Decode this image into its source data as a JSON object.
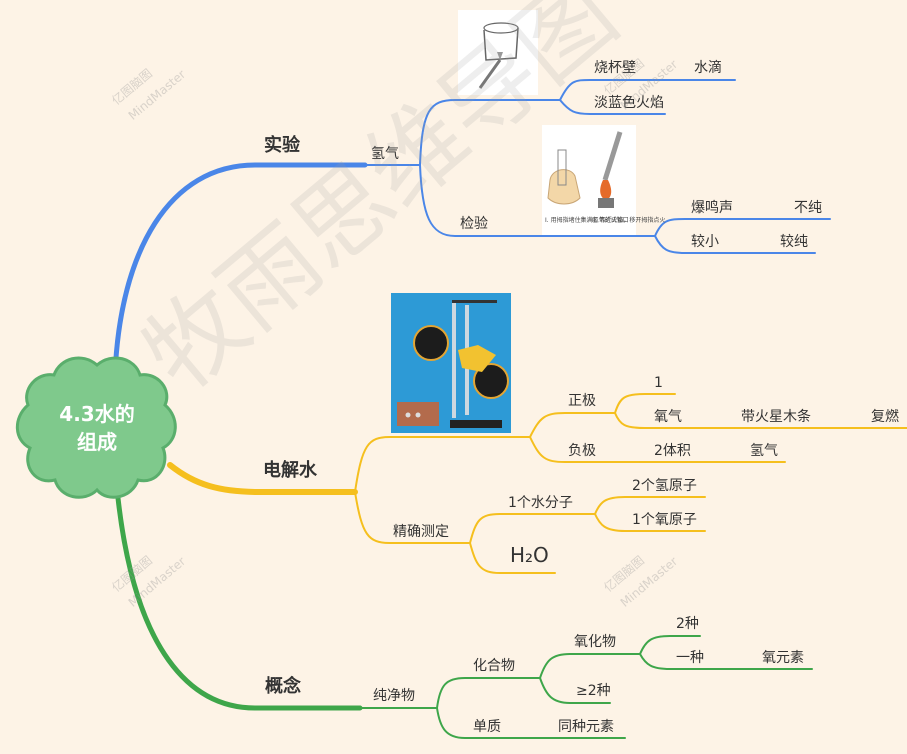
{
  "center": {
    "line1": "4.3水的",
    "line2": "组成"
  },
  "branches": {
    "shiyan": {
      "label": "实验",
      "qingqi": "氢气",
      "shaobeibi": "烧杯壁",
      "shuidi": "水滴",
      "danlan": "淡蓝色火焰",
      "jianyan": "检验",
      "baoming": "爆鸣声",
      "buchun": "不纯",
      "jiaoxiao": "较小",
      "jiaochun": "较纯",
      "fig_caption_1": "I. 用拇指堵住集满氢气的试管口",
      "fig_caption_2": "II. 靠近火焰，移开拇指点火"
    },
    "dianjie": {
      "label": "电解水",
      "zhengji": "正极",
      "one": "1",
      "yangqi": "氧气",
      "daihuo": "带火星木条",
      "furan": "复燃",
      "fuji": "负极",
      "twovol": "2体积",
      "qingqi": "氢气",
      "jingque": "精确测定",
      "onemol": "1个水分子",
      "twoH": "2个氢原子",
      "oneO": "1个氧原子",
      "formula": "H₂O"
    },
    "gainian": {
      "label": "概念",
      "chunjing": "纯净物",
      "huahe": "化合物",
      "yanghua": "氧化物",
      "twokind": "2种",
      "yizhong": "一种",
      "yangyuansu": "氧元素",
      "ge2": "≥2种",
      "danzhi": "单质",
      "tongzhong": "同种元素"
    }
  },
  "watermark": {
    "brand": "亿图脑图",
    "brand_en": "MindMaster",
    "big": "牧雨思维导图"
  },
  "colors": {
    "blue": "#4a86e8",
    "yellow": "#f5bf1e",
    "green": "#3ea64a",
    "center": "#7fc98c",
    "center_border": "#5aae6c"
  }
}
